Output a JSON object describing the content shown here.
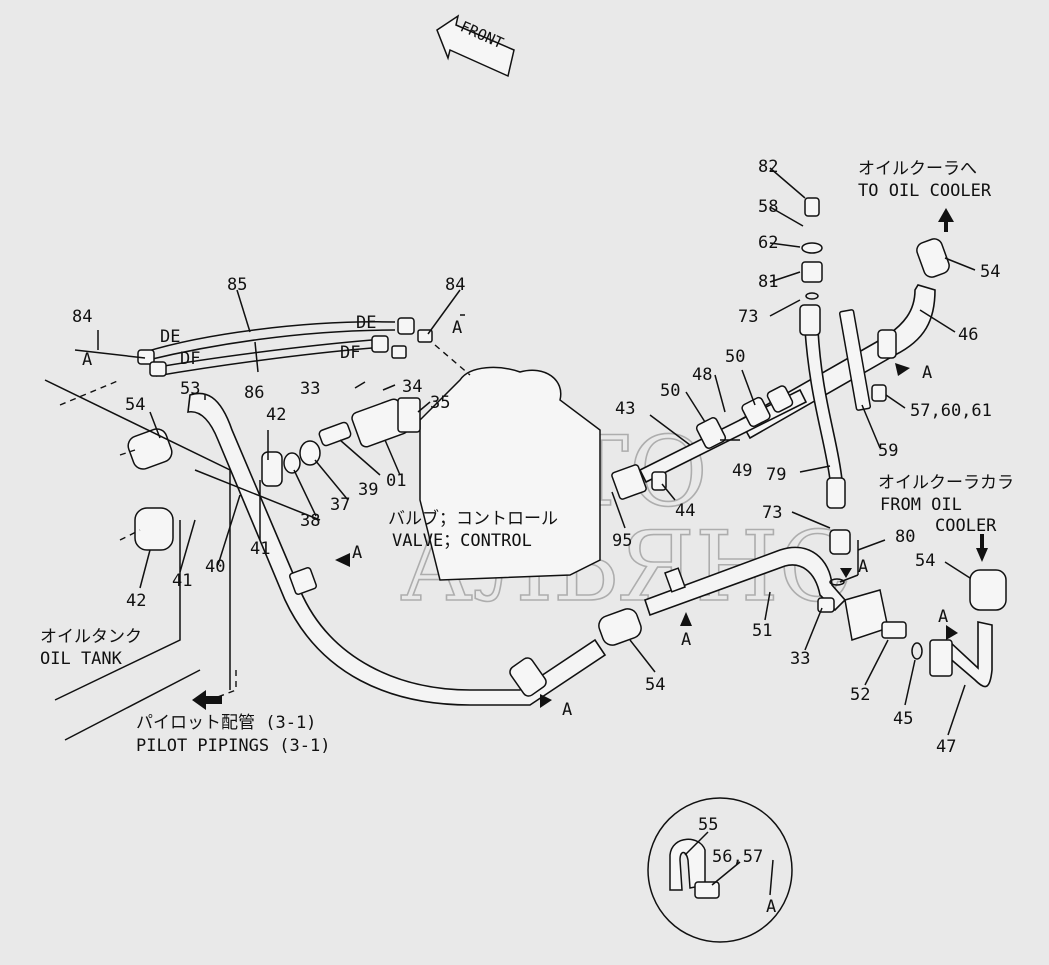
{
  "front_arrow": "FRONT",
  "watermark": {
    "line1": "ABTO",
    "line2": "АЛЬЯНС"
  },
  "labels": {
    "to_oil_cooler_jp": "オイルクーラへ",
    "to_oil_cooler_en": "TO OIL COOLER",
    "from_oil_cooler_jp": "オイルクーラカラ",
    "from_oil_cooler_en1": "FROM OIL",
    "from_oil_cooler_en2": "COOLER",
    "valve_jp": "バルブ；コントロール",
    "valve_en": "VALVE；CONTROL",
    "oil_tank_jp": "オイルタンク",
    "oil_tank_en": "OIL TANK",
    "pilot_jp": "パイロット配管 (3-1)",
    "pilot_en": "PILOT PIPINGS (3-1)",
    "DE": "DE",
    "DF": "DF",
    "A": "A"
  },
  "parts": {
    "p01": "01",
    "p33": "33",
    "p34": "34",
    "p35": "35",
    "p37": "37",
    "p38": "38",
    "p39": "39",
    "p40": "40",
    "p41": "41",
    "p42": "42",
    "p43": "43",
    "p44": "44",
    "p45": "45",
    "p46": "46",
    "p47": "47",
    "p48": "48",
    "p49": "49",
    "p50": "50",
    "p51": "51",
    "p52": "52",
    "p53": "53",
    "p54": "54",
    "p55": "55",
    "p56_57": "56,57",
    "p57_60_61": "57,60,61",
    "p58": "58",
    "p59": "59",
    "p62": "62",
    "p73": "73",
    "p79": "79",
    "p80": "80",
    "p81": "81",
    "p82": "82",
    "p84": "84",
    "p85": "85",
    "p86": "86",
    "p95": "95"
  },
  "colors": {
    "background": "#e9e9e9",
    "ink": "#111111",
    "watermark": "#9a9a9a"
  }
}
